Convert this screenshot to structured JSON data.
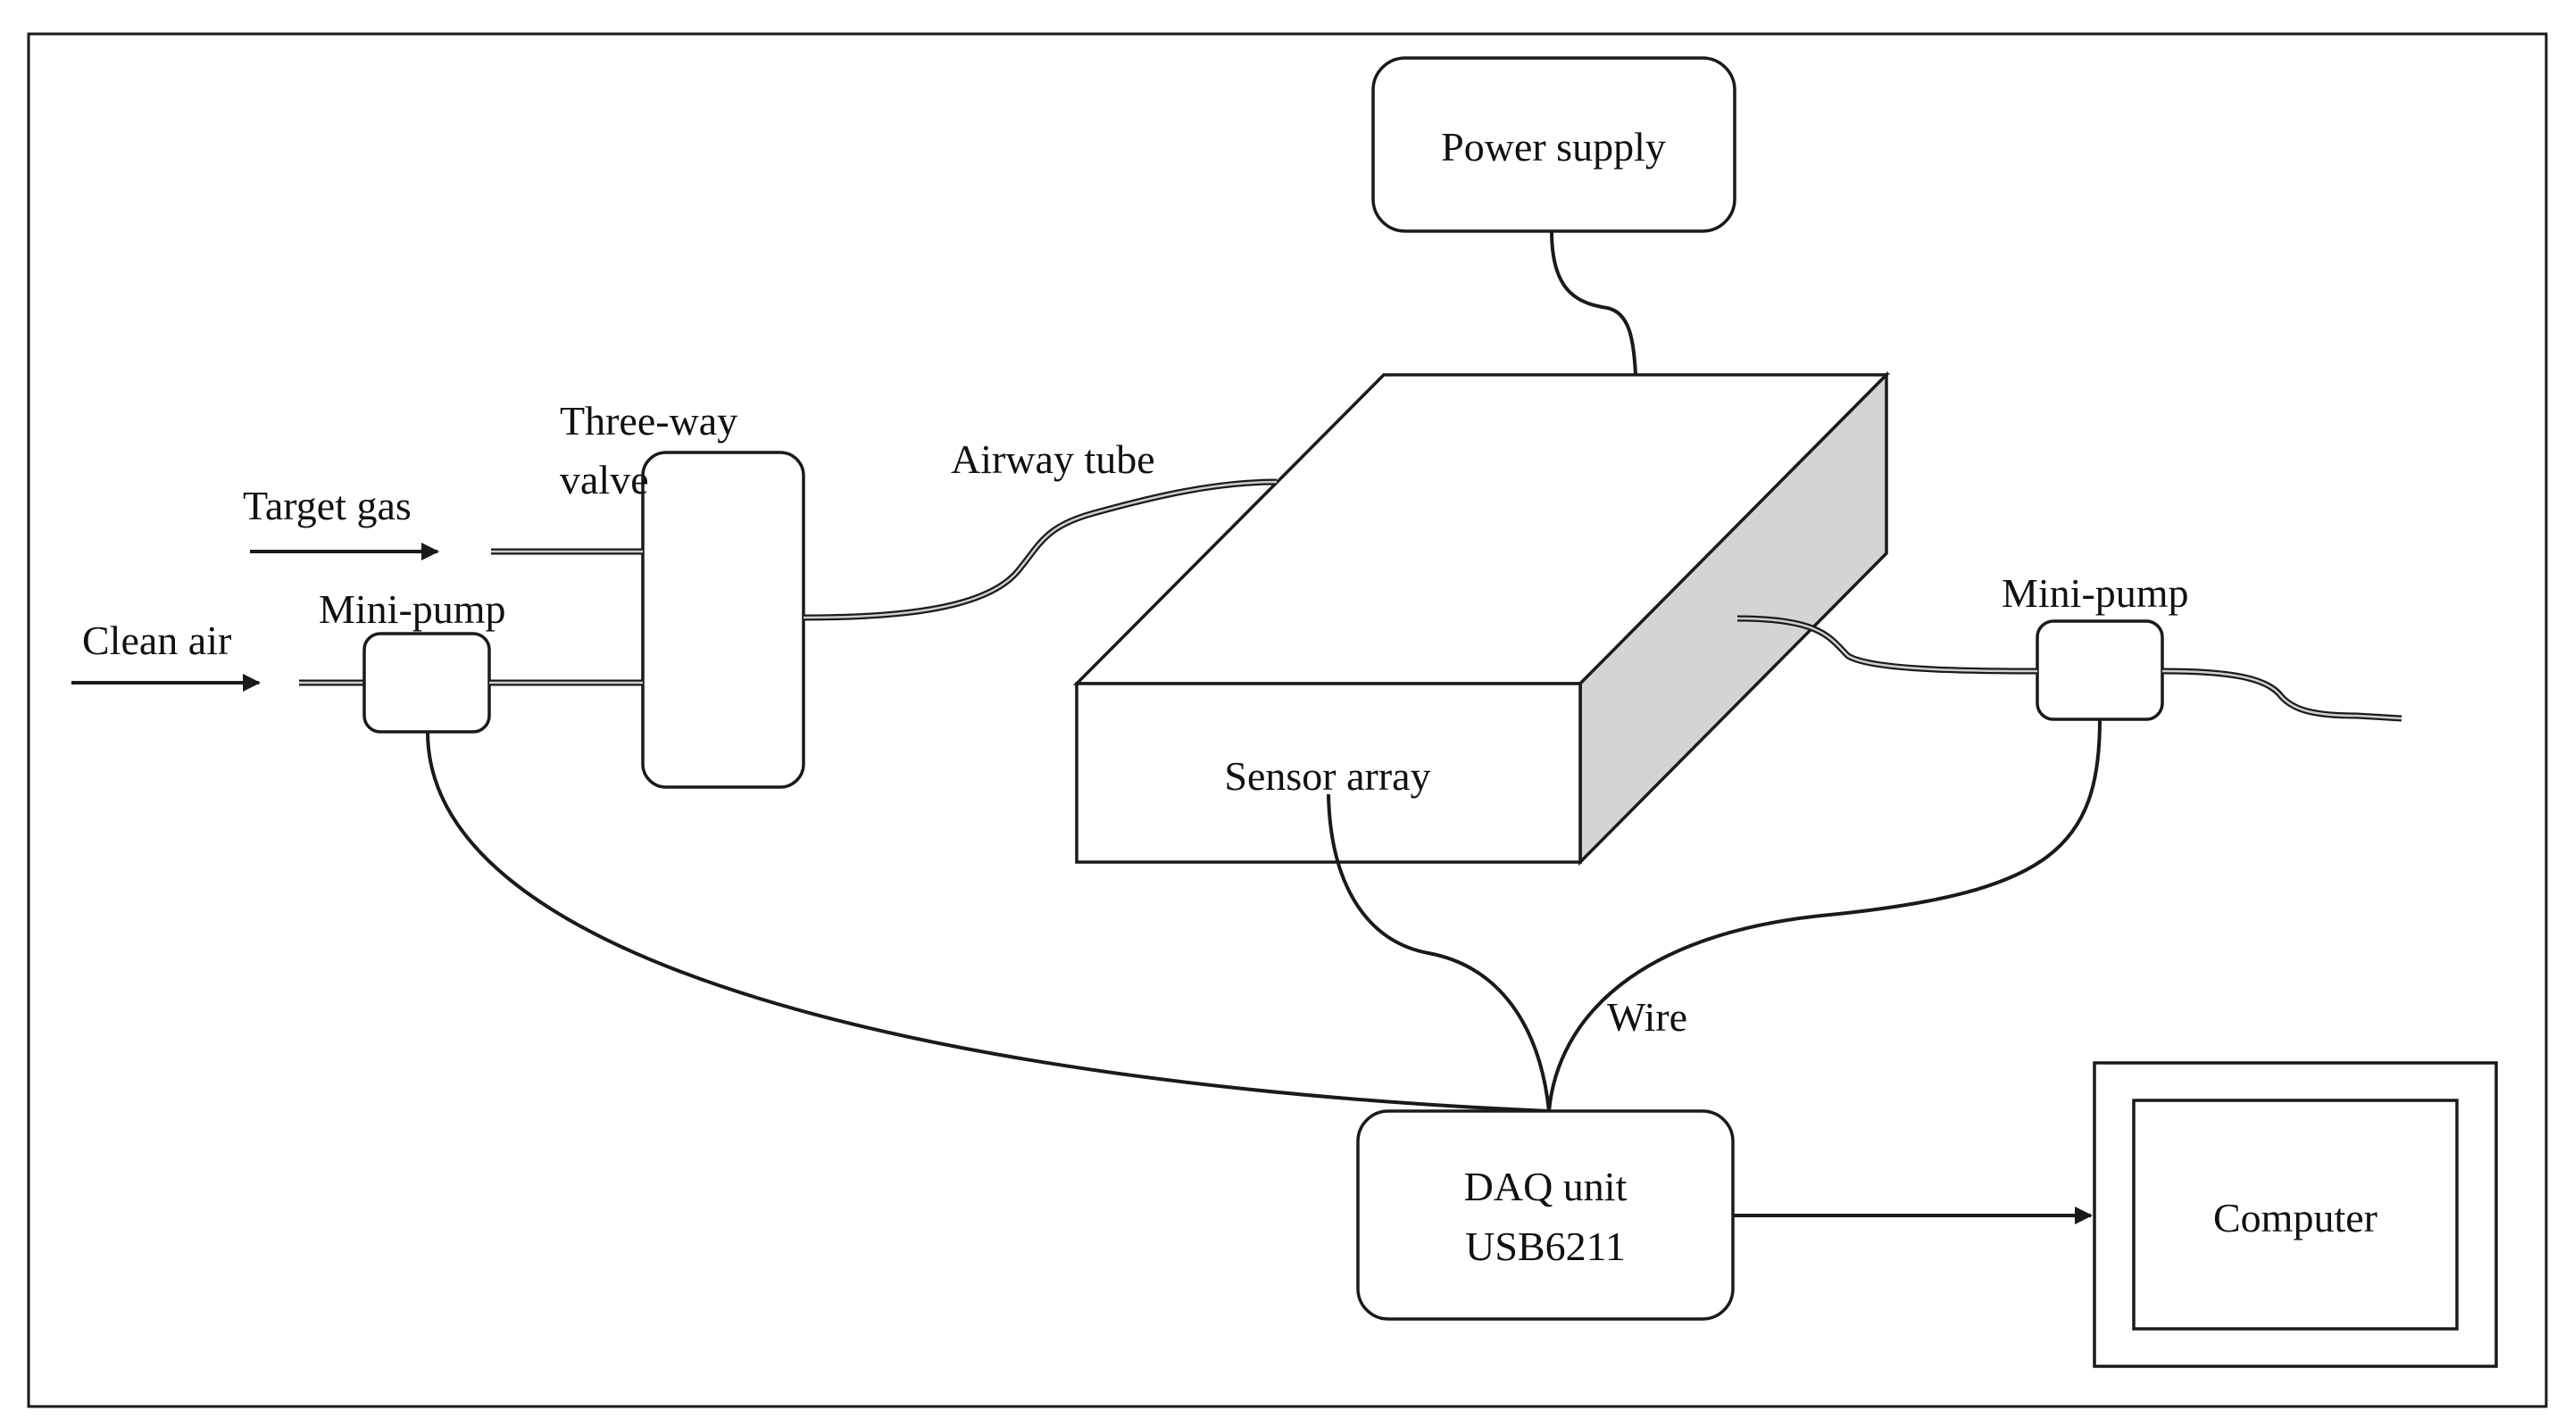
{
  "labels": {
    "power_supply": "Power supply",
    "three_way_valve_line1": "Three-way",
    "three_way_valve_line2": "valve",
    "target_gas": "Target gas",
    "clean_air": "Clean air",
    "mini_pump_left": "Mini-pump",
    "airway_tube": "Airway tube",
    "mini_pump_right": "Mini-pump",
    "sensor_array": "Sensor array",
    "wire": "Wire",
    "daq_line1": "DAQ unit",
    "daq_line2": "USB6211",
    "computer": "Computer"
  },
  "colors": {
    "stroke": "#1a1a1a",
    "box_side": "#d4d4d4",
    "background": "#ffffff"
  }
}
